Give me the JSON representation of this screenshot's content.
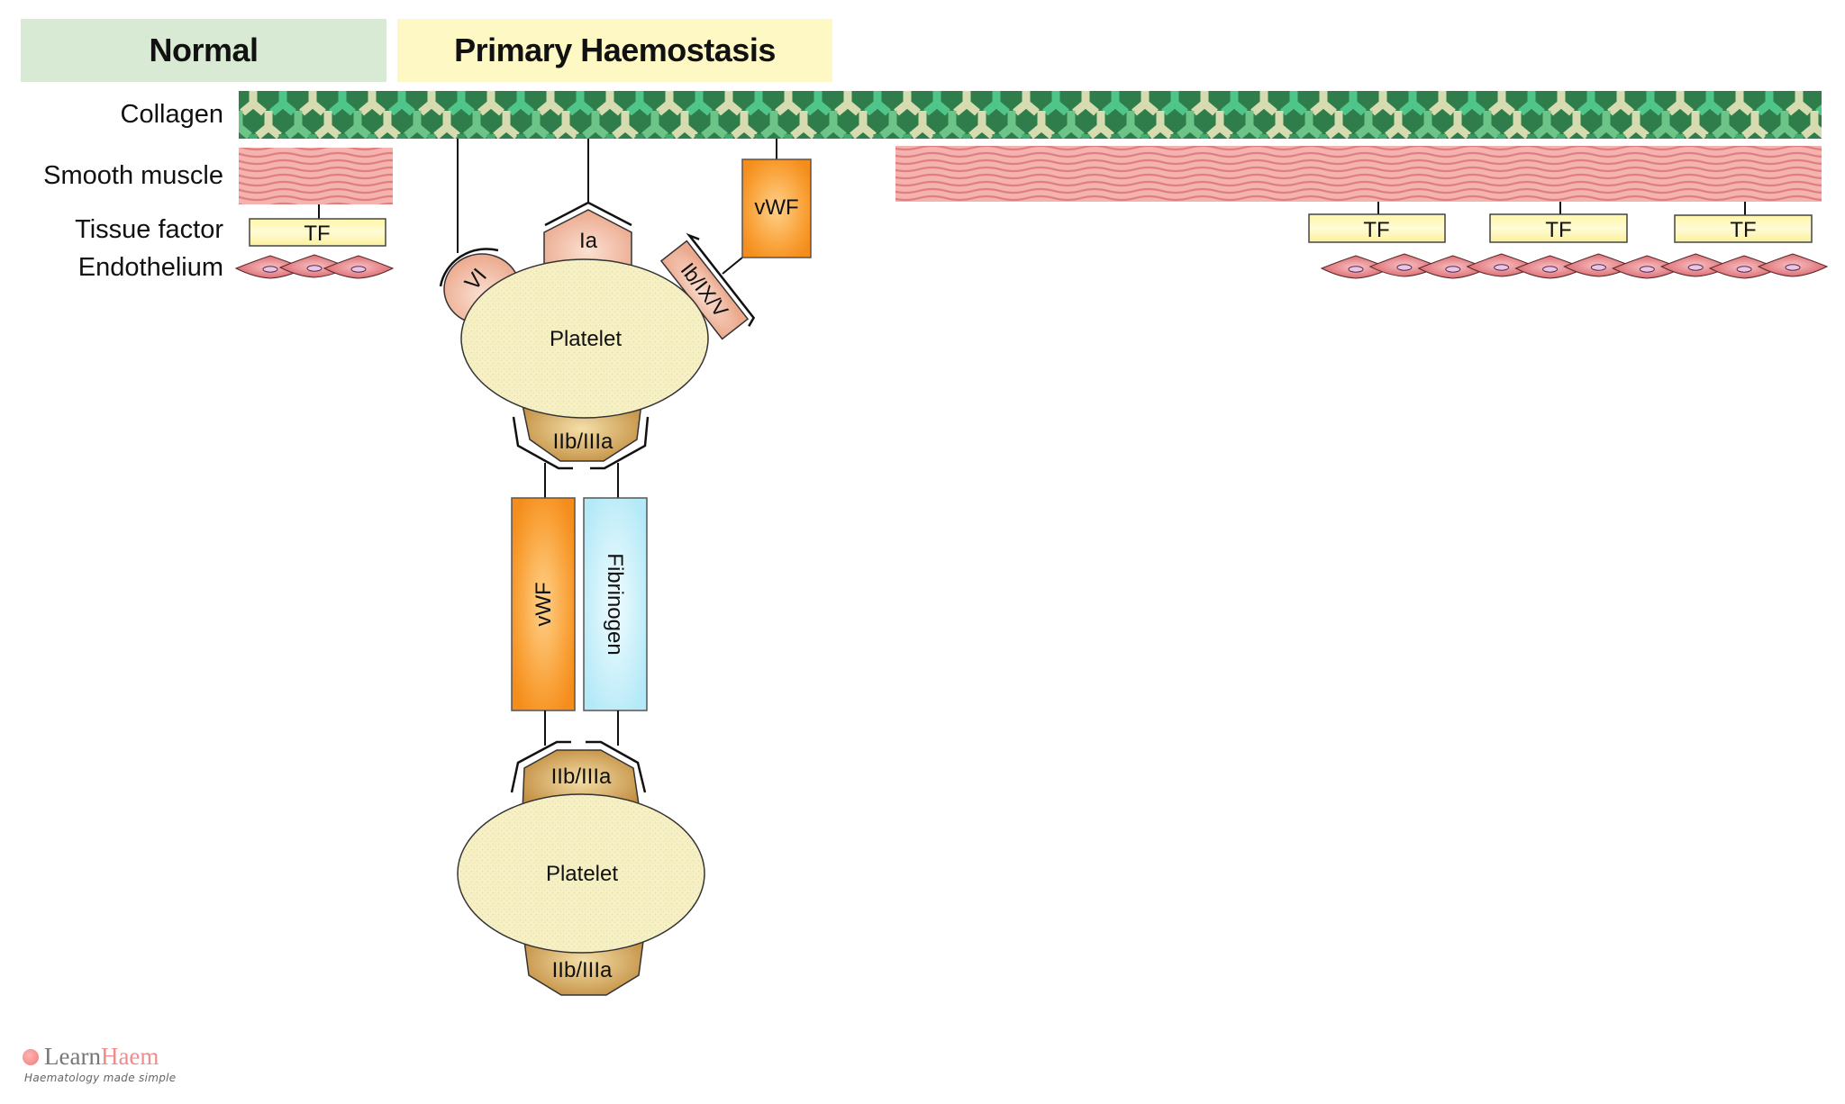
{
  "headers": {
    "normal": "Normal",
    "primary_haemostasis": "Primary Haemostasis"
  },
  "row_labels": {
    "collagen": "Collagen",
    "smooth_muscle": "Smooth muscle",
    "tissue_factor": "Tissue factor",
    "endothelium": "Endothelium"
  },
  "tissue_factor_boxes": [
    "TF",
    "TF",
    "TF",
    "TF"
  ],
  "receptors": {
    "gp_vi": "VI",
    "gp_ia": "Ia",
    "gp_ib_ix_v": "Ib/IX/V",
    "gp_iib_iiia": "IIb/IIIa"
  },
  "ligands": {
    "vwf": "vWF",
    "fibrinogen": "Fibrinogen"
  },
  "cells": {
    "platelet": "Platelet"
  },
  "colors": {
    "normal_header": "#d8ead3",
    "primary_header": "#fef8c4",
    "collagen_dark": "#2f7d4a",
    "collagen_mid": "#3fae6f",
    "collagen_light": "#6cc488",
    "collagen_beige": "#d7dcb0",
    "smooth_muscle": "#f0a4a2",
    "tissue_factor": "#fdf5a6",
    "endothelium": "#e27d83",
    "receptor_salmon": "#eeb69c",
    "iib_iiia": "#c99446",
    "platelet": "#f6efc4",
    "vwf": "#f7921f",
    "fibrinogen": "#bdebf7"
  },
  "logo": {
    "learn": "Learn",
    "haem": "Haem",
    "tagline": "Haematology made simple"
  }
}
